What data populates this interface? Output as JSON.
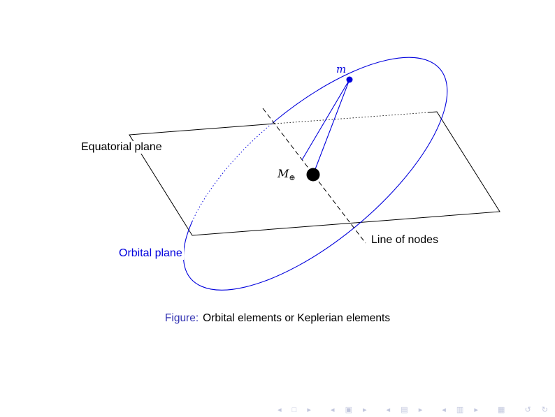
{
  "colors": {
    "orbit-blue": "#0000dd",
    "plane-black": "#000000",
    "figure-label": "#3333b2",
    "nav": "#8f99c2"
  },
  "diagram": {
    "labels": {
      "equatorial_plane": "Equatorial plane",
      "orbital_plane": "Orbital plane",
      "line_of_nodes": "Line of nodes",
      "satellite_mass": "m",
      "central_mass": "M",
      "central_mass_subscript": "⊕"
    }
  },
  "caption": {
    "name": "Figure:",
    "text": "Orbital elements or Keplerian elements"
  },
  "navigation": {
    "symbols": "◂ □ ▸  ◂ ▣ ▸  ◂ ▤ ▸  ◂ ▥ ▸  ▦  ↺ ↻"
  }
}
